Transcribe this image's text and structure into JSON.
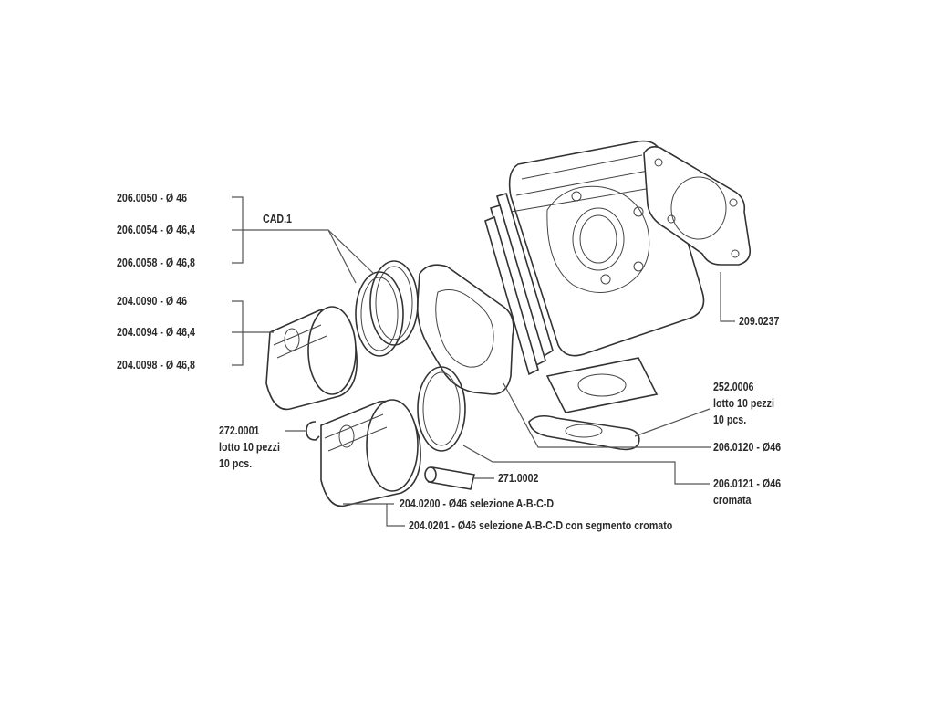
{
  "labels": {
    "ring_1": "206.0050 - Ø 46",
    "ring_2": "206.0054 - Ø 46,4",
    "ring_3": "206.0058 - Ø 46,8",
    "cad": "CAD.1",
    "piston_1": "204.0090 - Ø 46",
    "piston_2": "204.0094 - Ø 46,4",
    "piston_3": "204.0098 - Ø 46,8",
    "head_gasket": "209.0237",
    "exhaust_gasket_code": "252.0006",
    "exhaust_gasket_lot": "lotto 10 pezzi",
    "exhaust_gasket_pcs": "10 pcs.",
    "clip_code": "272.0001",
    "clip_lot": "lotto 10 pezzi",
    "clip_pcs": "10 pcs.",
    "cyl_1": "206.0120 - Ø46",
    "cyl_2": "206.0121 - Ø46",
    "cyl_2_note": "cromata",
    "pin": "271.0002",
    "piston_sel_1": "204.0200 - Ø46 selezione A-B-C-D",
    "piston_sel_2": "204.0201 - Ø46 selezione A-B-C-D con segmento cromato"
  }
}
